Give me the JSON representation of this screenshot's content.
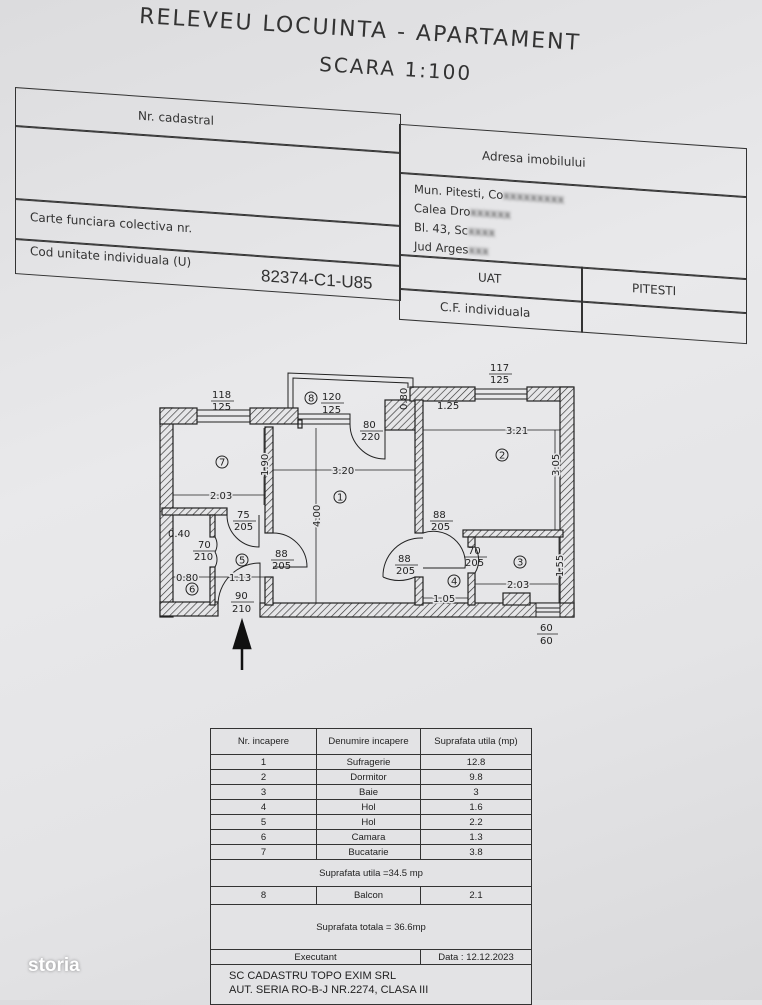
{
  "title": "RELEVEU LOCUINTA - APARTAMENT",
  "scale": "SCARA 1:100",
  "header_table": {
    "nr_cadastral_label": "Nr. cadastral",
    "carte_funciara_label": "Carte funciara colectiva nr.",
    "cod_unitate_label": "Cod unitate individuala (U)",
    "cod_unitate_value": "82374-C1-U85",
    "adresa_label": "Adresa imobilului",
    "address_lines": [
      "Mun. Pitesti, Co",
      "Calea Dro",
      "Bl. 43, Sc",
      "Jud Arges"
    ],
    "uat_label": "UAT",
    "uat_value": "PITESTI",
    "cf_individuala_label": "C.F. individuala"
  },
  "plan": {
    "labels": {
      "w7": [
        "118",
        "125"
      ],
      "w2": [
        "117",
        "125"
      ],
      "balcony_win": [
        "120",
        "125"
      ],
      "balcony_depth": "0.80",
      "d_1_25": "1.25",
      "door_balcony": [
        "80",
        "220"
      ],
      "d_3_21": "3.21",
      "d_3_05": "3.05",
      "d_1_90": "1.90",
      "d_3_20": "3.20",
      "d_4_00": "4.00",
      "d_2_03a": "2.03",
      "door_75": [
        "75",
        "205"
      ],
      "door_88a": [
        "88",
        "205"
      ],
      "d_0_40": "0.40",
      "door_70a": [
        "70",
        "210"
      ],
      "door_88b": [
        "88",
        "205"
      ],
      "door_88c": [
        "88",
        "205"
      ],
      "door_70b": [
        "70",
        "205"
      ],
      "d_1_55": "1.55",
      "d_0_80": "0.80",
      "d_1_13": "1.13",
      "d_2_03b": "2.03",
      "d_1_05": "1.05",
      "door_entry": [
        "90",
        "210"
      ],
      "vent": [
        "60",
        "60"
      ]
    },
    "room_numbers": [
      "1",
      "2",
      "3",
      "4",
      "5",
      "6",
      "7",
      "8"
    ]
  },
  "rooms_table": {
    "headers": [
      "Nr. incapere",
      "Denumire incapere",
      "Suprafata utila (mp)"
    ],
    "rows": [
      [
        "1",
        "Sufragerie",
        "12.8"
      ],
      [
        "2",
        "Dormitor",
        "9.8"
      ],
      [
        "3",
        "Baie",
        "3"
      ],
      [
        "4",
        "Hol",
        "1.6"
      ],
      [
        "5",
        "Hol",
        "2.2"
      ],
      [
        "6",
        "Camara",
        "1.3"
      ],
      [
        "7",
        "Bucatarie",
        "3.8"
      ]
    ],
    "suprafata_utila": "Suprafata utila =34.5 mp",
    "balcony_row": [
      "8",
      "Balcon",
      "2.1"
    ],
    "suprafata_totala": "Suprafata totala = 36.6mp",
    "executant_label": "Executant",
    "data_label": "Data : 12.12.2023",
    "company_lines": [
      "SC CADASTRU TOPO EXIM SRL",
      "AUT. SERIA RO-B-J NR.2274, CLASA III"
    ]
  },
  "watermark": "storia"
}
